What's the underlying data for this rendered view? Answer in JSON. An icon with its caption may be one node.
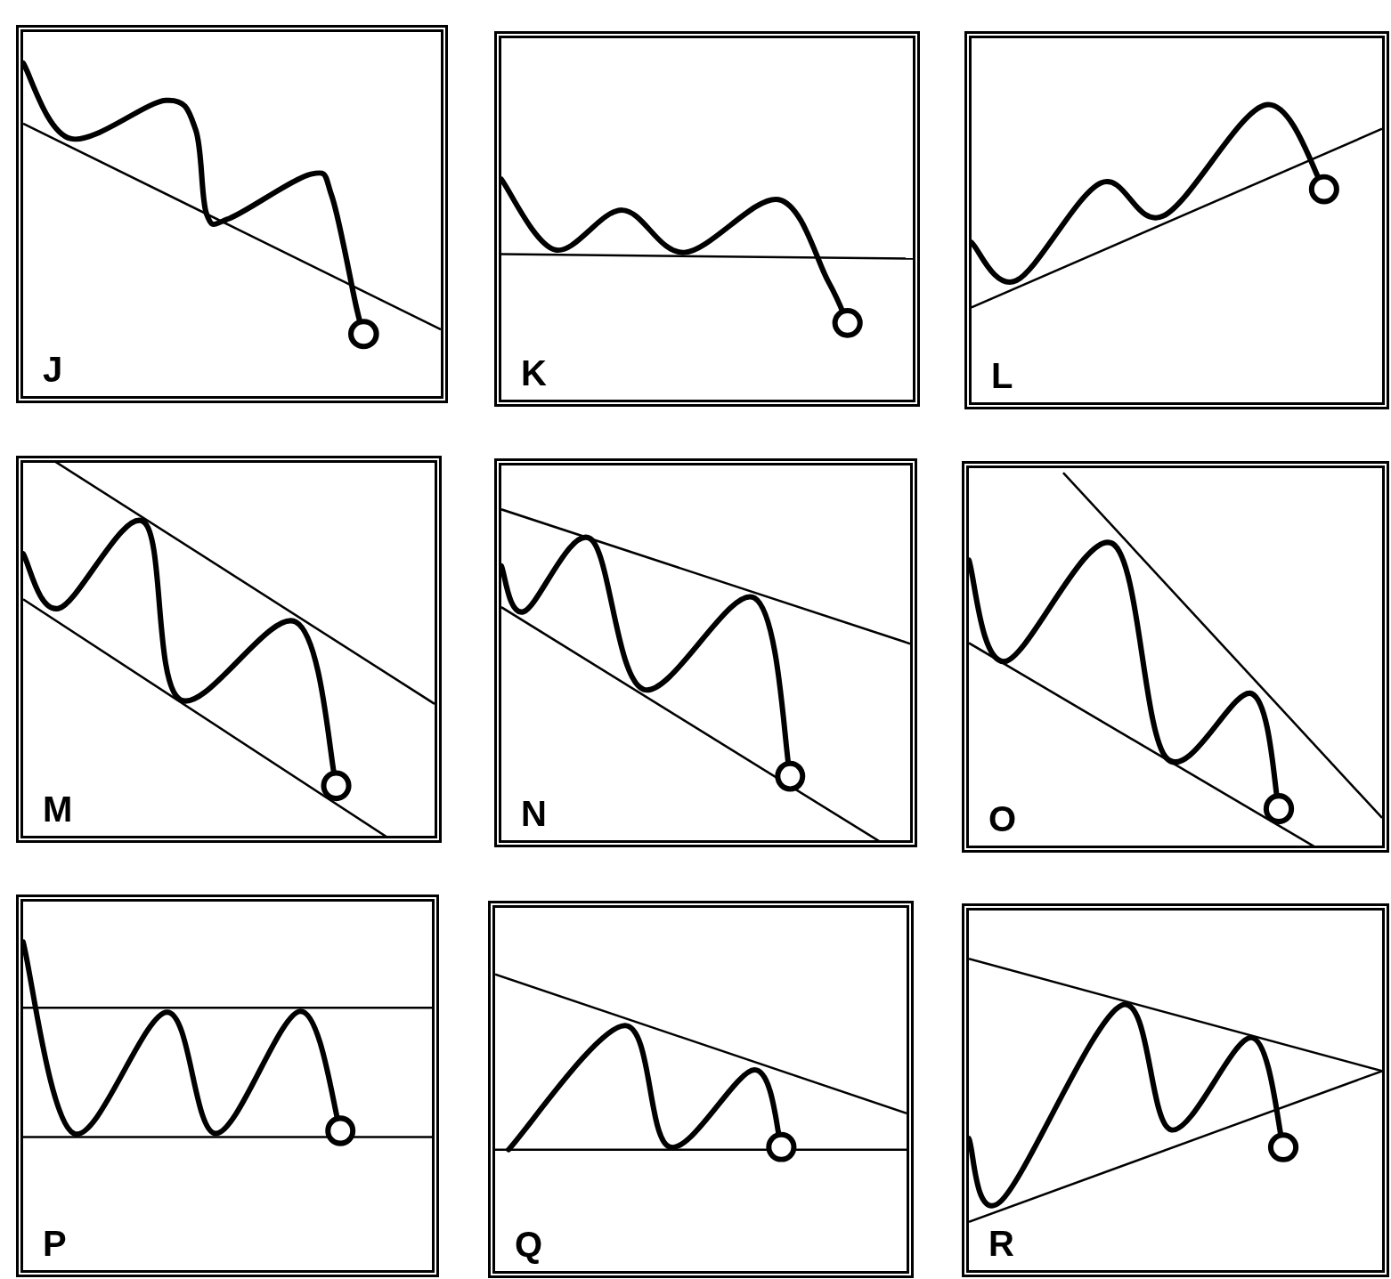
{
  "diagram": {
    "nodes": [
      {
        "text": [
          "J"
        ]
      },
      {
        "text": [
          "K"
        ]
      },
      {
        "text": [
          "L"
        ]
      },
      {
        "text": [
          "M"
        ]
      },
      {
        "text": [
          "N"
        ]
      },
      {
        "text": [
          "O"
        ]
      },
      {
        "text": [
          "P"
        ]
      },
      {
        "text": [
          "Q"
        ]
      },
      {
        "text": [
          "R"
        ]
      }
    ]
  }
}
